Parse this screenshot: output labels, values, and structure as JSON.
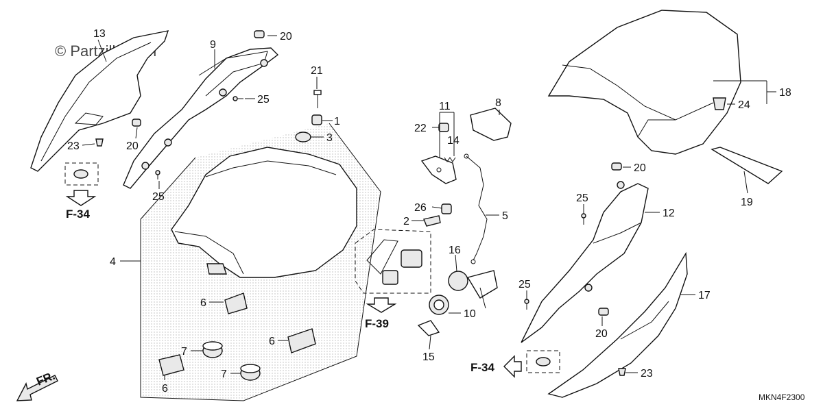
{
  "watermark": "© Partzilla.com",
  "diagram_code": "MKN4F2300",
  "front_label": "FR.",
  "callouts": {
    "c1": "1",
    "c2": "2",
    "c3": "3",
    "c4": "4",
    "c5": "5",
    "c6a": "6",
    "c6b": "6",
    "c6c": "6",
    "c7a": "7",
    "c7b": "7",
    "c8": "8",
    "c9": "9",
    "c10": "10",
    "c11": "11",
    "c12": "12",
    "c13": "13",
    "c14": "14",
    "c15": "15",
    "c16": "16",
    "c17": "17",
    "c18": "18",
    "c19": "19",
    "c20a": "20",
    "c20b": "20",
    "c20c": "20",
    "c20d": "20",
    "c21": "21",
    "c22": "22",
    "c23a": "23",
    "c23b": "23",
    "c24": "24",
    "c25a": "25",
    "c25b": "25",
    "c25c": "25",
    "c25d": "25",
    "c26": "26"
  },
  "references": {
    "f34_left": "F-34",
    "f39": "F-39",
    "f34_right": "F-34"
  }
}
